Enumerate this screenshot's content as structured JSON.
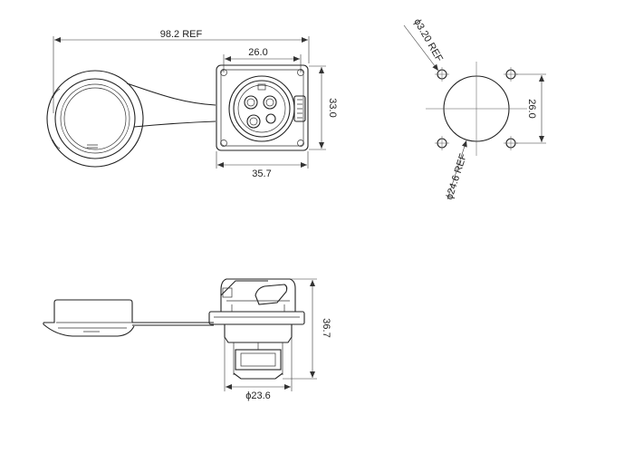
{
  "front_view": {
    "overall_length": "98.2 REF",
    "hole_spacing": "26.0",
    "flange_height": "33.0",
    "flange_width": "35.7"
  },
  "panel_cutout": {
    "hole_diameter": "ϕ3.20 REF",
    "hole_spacing": "26.0",
    "cutout_diameter": "ϕ24.6 REF"
  },
  "side_view": {
    "overall_depth": "36.7",
    "body_diameter": "ϕ23.6"
  }
}
